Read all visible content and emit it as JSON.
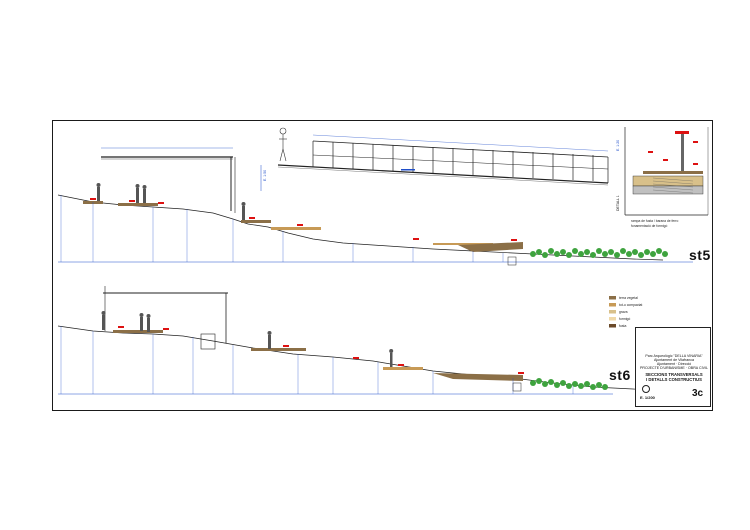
{
  "sheet": {
    "scale_top": "E. 1:50",
    "scale_detail": "E. 1:20",
    "detail_label": "DETALL 1"
  },
  "sections": [
    {
      "id": "st5",
      "label": "st5"
    },
    {
      "id": "st6",
      "label": "st6"
    }
  ],
  "detail_notes": [
    "rampa de fusta / barana de ferro",
    "fonamentació de formigó"
  ],
  "legend": {
    "items": [
      {
        "text": "terra vegetal",
        "color": "#8b6f47"
      },
      {
        "text": "tot-u compactat",
        "color": "#c79a56"
      },
      {
        "text": "grava",
        "color": "#d8c08a"
      },
      {
        "text": "formigó",
        "color": "#f0d9a8"
      },
      {
        "text": "fusta",
        "color": "#6b4a2a"
      }
    ]
  },
  "title_block": {
    "line1": "Parc Arqueològic \"DELLA VINARIA\"",
    "line2": "Ajuntament de Vilafranca",
    "line3": "Ajuntament · Direcció",
    "line4": "PROJECTE D'URBANISME · OBRA CIVIL",
    "title1": "SECCIONS TRANSVERSALS",
    "title2": "I DETALLS CONSTRUCTIUS",
    "scale": "E. 1/200",
    "sheet_no": "3c"
  }
}
